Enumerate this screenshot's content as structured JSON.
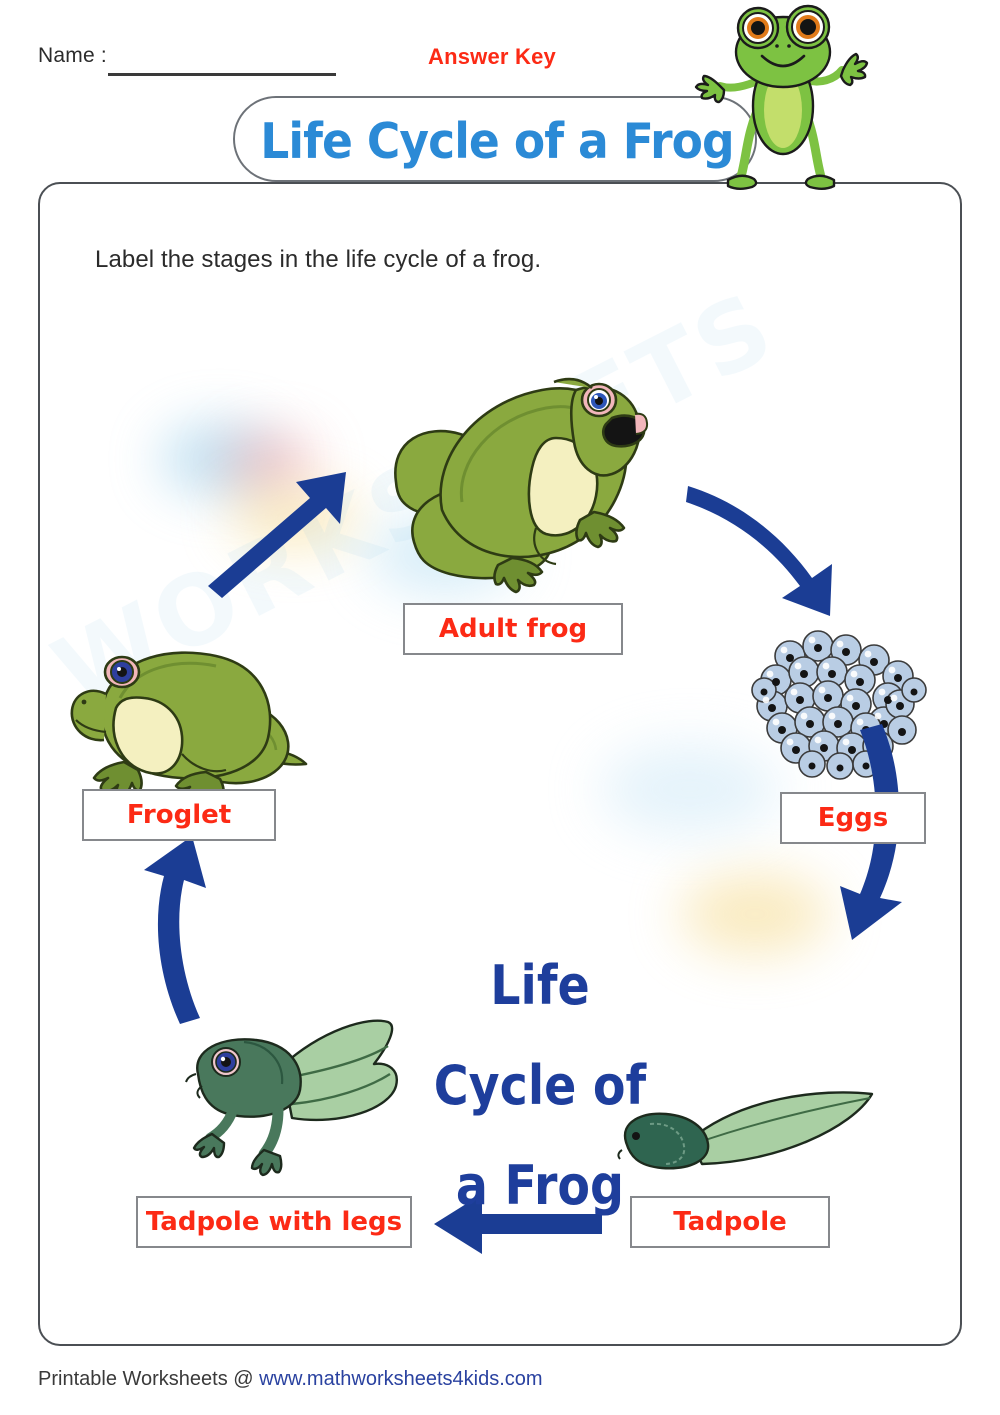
{
  "header": {
    "name_label": "Name :",
    "answer_key": "Answer Key"
  },
  "title": "Life Cycle of a Frog",
  "instruction": "Label the stages in the life cycle of a frog.",
  "center_heading": {
    "line1": "Life Cycle of",
    "line2": "a Frog"
  },
  "watermark": "WORKSHEETS",
  "stages": [
    {
      "id": "adult-frog",
      "label": "Adult frog",
      "art": "adult-frog-illustration"
    },
    {
      "id": "eggs",
      "label": "Eggs",
      "art": "frog-eggs-illustration"
    },
    {
      "id": "tadpole",
      "label": "Tadpole",
      "art": "tadpole-illustration"
    },
    {
      "id": "tadpole-with-legs",
      "label": "Tadpole with legs",
      "art": "tadpole-with-legs-illustration"
    },
    {
      "id": "froglet",
      "label": "Froglet",
      "art": "froglet-illustration"
    }
  ],
  "arrows": [
    {
      "id": "arrow-adult-to-eggs",
      "from": "Adult frog",
      "to": "Eggs"
    },
    {
      "id": "arrow-eggs-to-tadpole",
      "from": "Eggs",
      "to": "Tadpole"
    },
    {
      "id": "arrow-tadpole-to-legs",
      "from": "Tadpole",
      "to": "Tadpole with legs"
    },
    {
      "id": "arrow-legs-to-froglet",
      "from": "Tadpole with legs",
      "to": "Froglet"
    },
    {
      "id": "arrow-froglet-to-adult",
      "from": "Froglet",
      "to": "Adult frog"
    }
  ],
  "footer": {
    "prefix": "Printable Worksheets @ ",
    "url": "www.mathworksheets4kids.com"
  },
  "colors": {
    "answer_key_red": "#fc2a15",
    "label_red": "#fc2a15",
    "title_blue": "#2b8ad6",
    "heading_navy": "#1e3e9c",
    "arrow_navy": "#1b3d94",
    "border_gray": "#4b4f54",
    "url_blue": "#2a42a0"
  }
}
